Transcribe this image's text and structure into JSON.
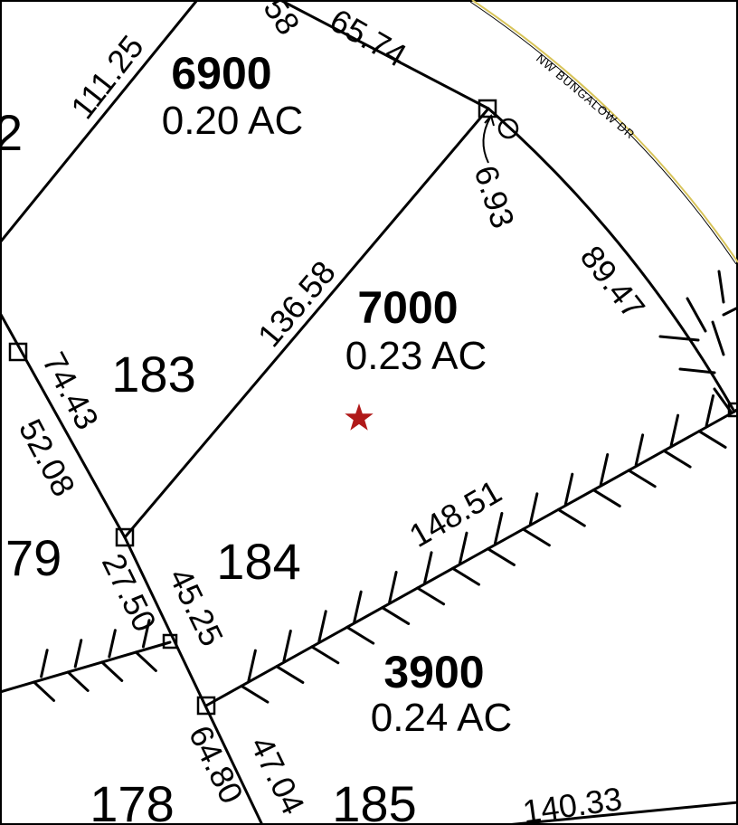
{
  "street_label": "NW BUNGALOW DR",
  "colors": {
    "lines": "#000000",
    "street_edge": "#d8c45a",
    "subject_star": "#b01919",
    "background": "#ffffff"
  },
  "taxlots": [
    {
      "number": "6900",
      "area": "0.20 AC"
    },
    {
      "number": "7000",
      "area": "0.23 AC"
    },
    {
      "number": "3900",
      "area": "0.24 AC"
    }
  ],
  "lot_numbers": [
    "2",
    "183",
    "79",
    "184",
    "178",
    "185"
  ],
  "dimensions": [
    "58",
    "65.74",
    "111.25",
    "6.93",
    "89.47",
    "136.58",
    "74.43",
    "52.08",
    "148.51",
    "27.50",
    "45.25",
    "64.80",
    "47.04",
    "140.33"
  ]
}
